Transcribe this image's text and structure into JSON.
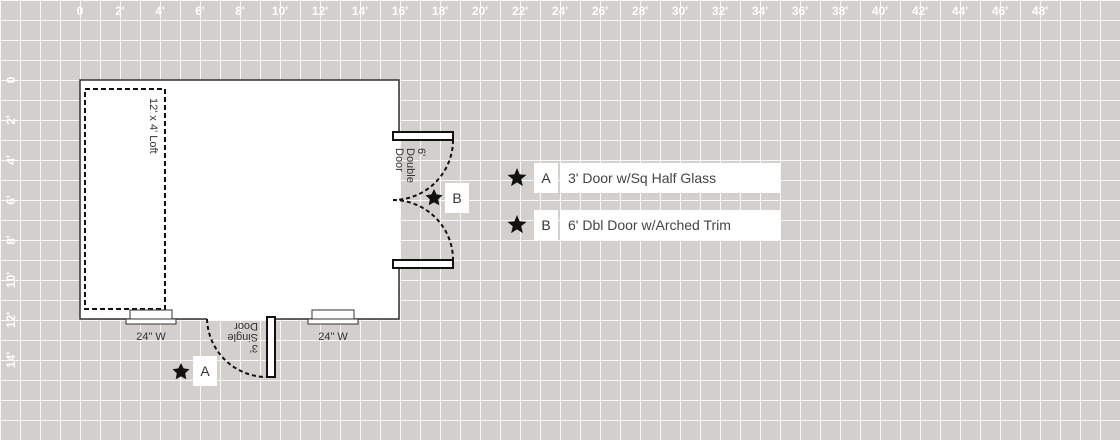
{
  "ruler": {
    "x_labels": [
      "0",
      "2'",
      "4'",
      "6'",
      "8'",
      "10'",
      "12'",
      "14'",
      "16'",
      "18'",
      "20'",
      "22'",
      "24'",
      "26'",
      "28'",
      "30'",
      "32'",
      "34'",
      "36'",
      "38'",
      "40'",
      "42'",
      "44'",
      "46'",
      "48'"
    ],
    "y_labels": [
      "0",
      "2'",
      "4'",
      "6'",
      "8'",
      "10'",
      "12'",
      "14'"
    ]
  },
  "plan": {
    "loft_label": "12' x 4' Loft",
    "window_left_label": "24\" W",
    "window_right_label": "24\" W",
    "single_door_label_line1": "3'",
    "single_door_label_line2": "Single",
    "single_door_label_line3": "Door",
    "double_door_label_line1": "6'",
    "double_door_label_line2": "Double",
    "double_door_label_line3": "Door",
    "marker_a": "A",
    "marker_b": "B"
  },
  "legend": [
    {
      "key": "A",
      "description": "3' Door w/Sq Half Glass"
    },
    {
      "key": "B",
      "description": "6' Dbl Door w/Arched Trim"
    }
  ],
  "colors": {
    "grid_bg": "#d3cfcc",
    "grid_line": "#ffffff",
    "wall": "#333333",
    "floor": "#ffffff",
    "star": "#111111"
  }
}
